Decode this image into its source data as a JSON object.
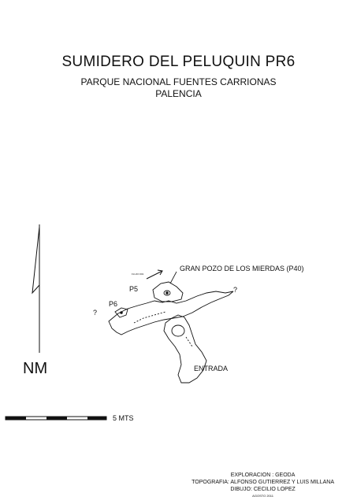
{
  "header": {
    "title": "SUMIDERO DEL PELUQUIN PR6",
    "subtitle": "PARQUE NACIONAL FUENTES CARRIONAS",
    "region": "PALENCIA"
  },
  "map": {
    "labels": {
      "gran_pozo": "GRAN POZO DE LOS MIERDAS (P40)",
      "p5": "P5",
      "p6": "P6",
      "unknown_left": "?",
      "unknown_right": "?",
      "entrada": "ENTRADA"
    },
    "tiny_note": "FLUJO 001"
  },
  "north_arrow": {
    "label": "NM"
  },
  "scale_bar": {
    "label": "5 MTS"
  },
  "credits": {
    "exploracion": "EXPLORACION : GEODA",
    "topografia": "TOPOGRAFIA: ALFONSO GUTIERREZ Y LUIS MILLANA",
    "dibujo": "DIBUJO: CECILIO LOPEZ",
    "date": "AGOSTO 2011"
  }
}
